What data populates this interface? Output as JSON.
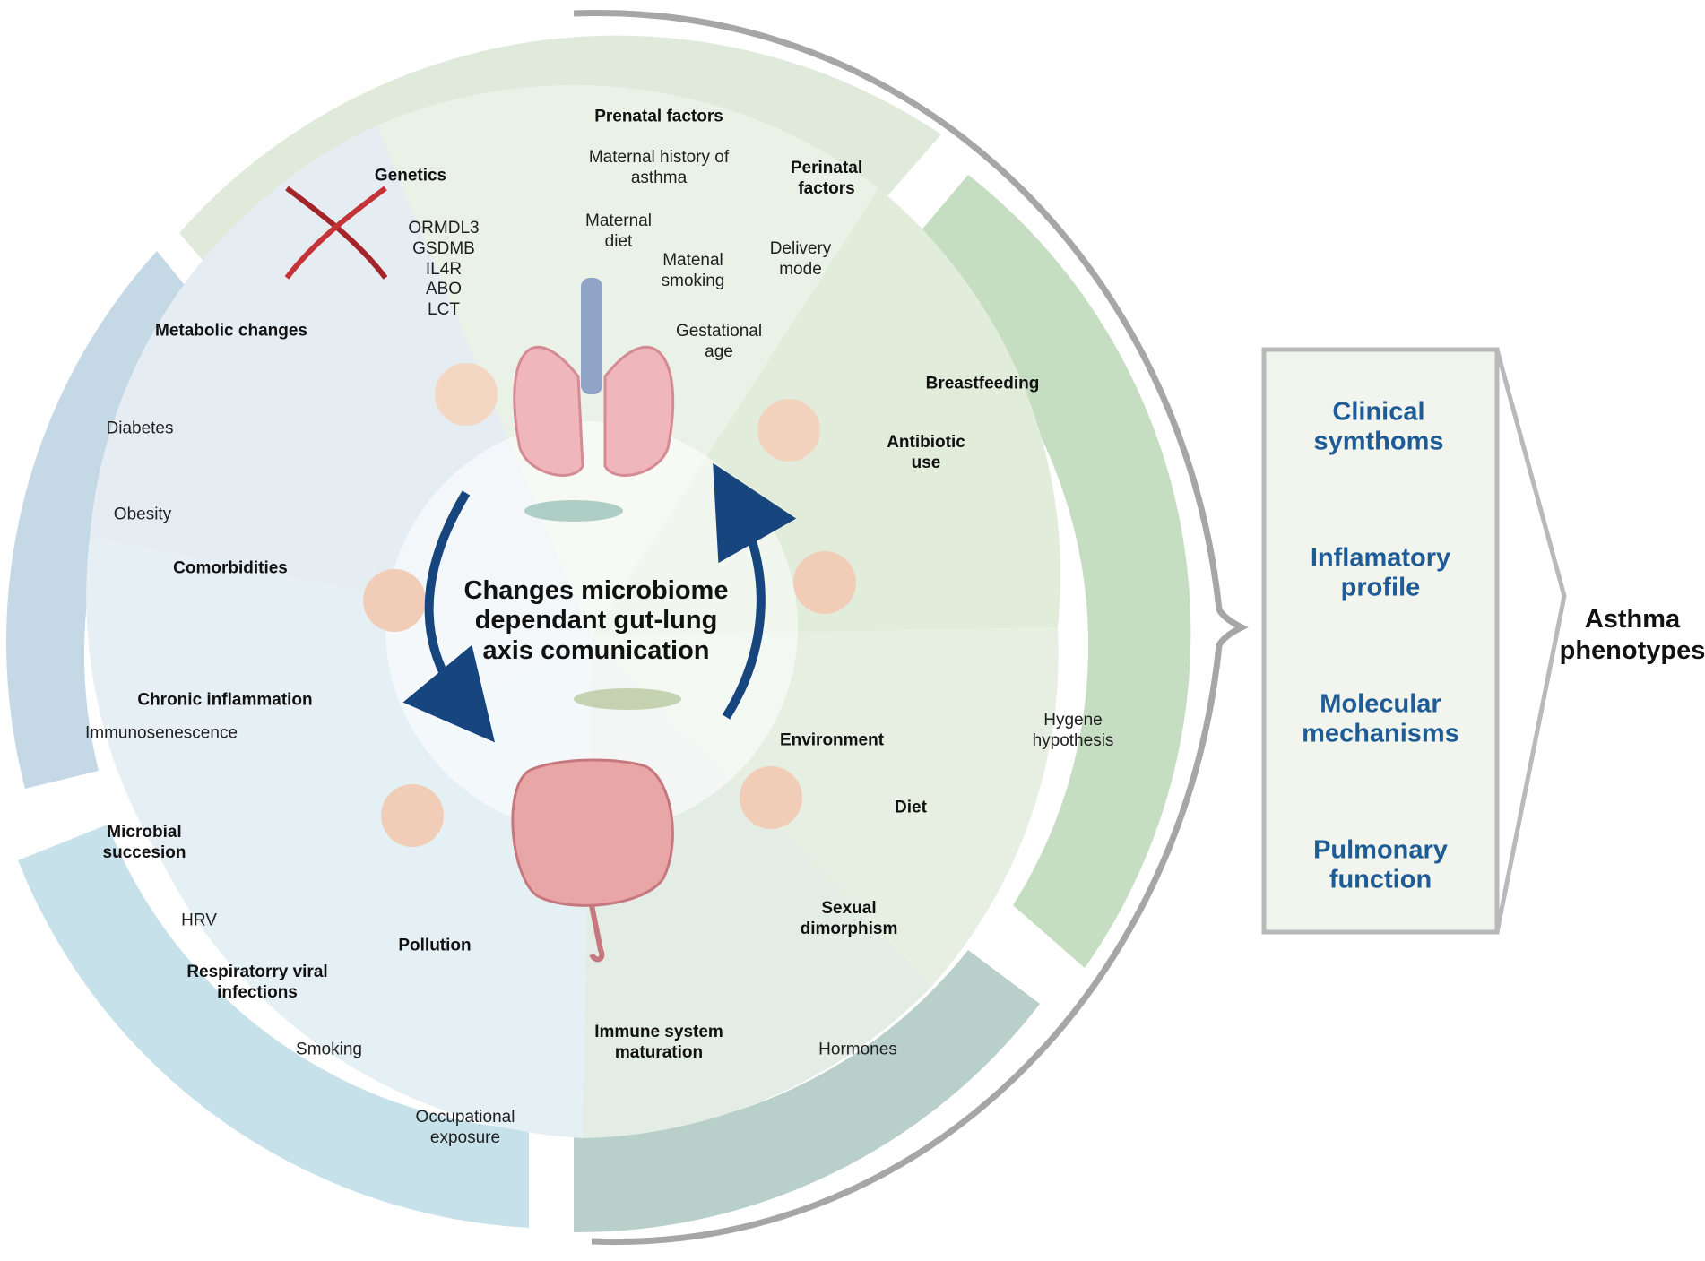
{
  "center": {
    "title": "Changes microbiome\ndependant gut-lung\naxis comunication"
  },
  "factors": {
    "prenatal": {
      "title": "Prenatal factors",
      "items": [
        "Maternal history of\nasthma",
        "Maternal\ndiet",
        "Matenal\nsmoking",
        "Gestational\nage"
      ]
    },
    "perinatal": {
      "title": "Perinatal\nfactors",
      "items": [
        "Delivery\nmode"
      ]
    },
    "genetics": {
      "title": "Genetics",
      "genes": "ORMDL3\nGSDMB\nIL4R\nABO\nLCT"
    },
    "metabolic": {
      "title": "Metabolic changes",
      "items": [
        "Diabetes",
        "Obesity"
      ]
    },
    "comorbidities": {
      "title": "Comorbidities"
    },
    "chronic": {
      "title": "Chronic inflammation",
      "items": [
        "Immunosenescence"
      ]
    },
    "microbial": {
      "title": "Microbial\nsuccesion"
    },
    "viral": {
      "title": "Respiratorry viral\ninfections",
      "items": [
        "HRV"
      ]
    },
    "pollution": {
      "title": "Pollution",
      "items": [
        "Smoking",
        "Occupational\nexposure"
      ]
    },
    "immune": {
      "title": "Immune system\nmaturation"
    },
    "sexual": {
      "title": "Sexual\ndimorphism",
      "items": [
        "Hormones"
      ]
    },
    "diet": {
      "title": "Diet"
    },
    "environment": {
      "title": "Environment",
      "items": [
        "Hygene\nhypothesis"
      ]
    },
    "antibiotic": {
      "title": "Antibiotic\nuse"
    },
    "breastfeeding": {
      "title": "Breastfeeding"
    }
  },
  "phenotypes": {
    "items": [
      "Clinical\nsymthoms",
      "Inflamatory\nprofile",
      "Molecular\nmechanisms",
      "Pulmonary\nfunction"
    ],
    "label": "Asthma\nphenotypes"
  },
  "colors": {
    "outer_ring_green": "#c9dfc3",
    "outer_ring_blue": "#b7d5e2",
    "sector_green": "#e6efe0",
    "sector_blue": "#e3eef3",
    "phenotype_text": "#1f5c96",
    "arrow_blue": "#17467f",
    "box_fill": "#f1f5ee",
    "box_border": "#b9b9b9"
  }
}
